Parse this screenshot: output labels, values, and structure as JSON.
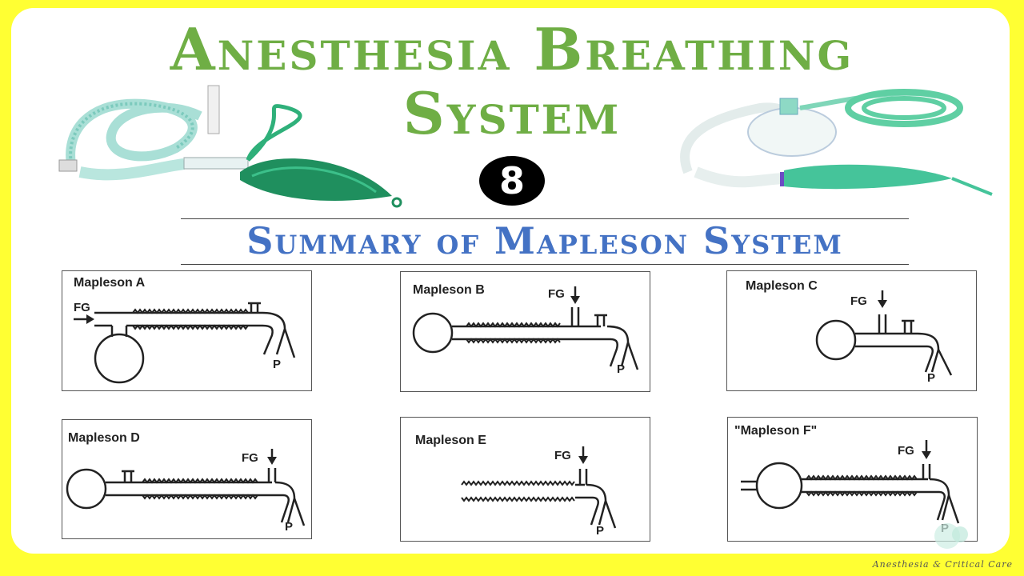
{
  "title_line1": "Anesthesia Breathing",
  "title_line2": "System",
  "badge_number": "8",
  "subtitle": "Summary of Mapleson System",
  "panels": [
    {
      "label": "Mapleson A",
      "fg": "FG",
      "p": "P"
    },
    {
      "label": "Mapleson B",
      "fg": "FG",
      "p": "P"
    },
    {
      "label": "Mapleson C",
      "fg": "FG",
      "p": "P"
    },
    {
      "label": "Mapleson D",
      "fg": "FG",
      "p": "P"
    },
    {
      "label": "Mapleson E",
      "fg": "FG",
      "p": "P"
    },
    {
      "label": "\"Mapleson F\"",
      "fg": "FG",
      "p": "P"
    }
  ],
  "watermark": "Anesthesia & Critical Care",
  "colors": {
    "background": "#ffff33",
    "title": "#6fae45",
    "subtitle": "#4472c4",
    "circuit_tube": "#8fd3c7",
    "circuit_bag": "#2a9a6a"
  },
  "icons": [
    "breathing-circuit-image-left",
    "breathing-circuit-image-right",
    "watermark-logo-icon"
  ]
}
